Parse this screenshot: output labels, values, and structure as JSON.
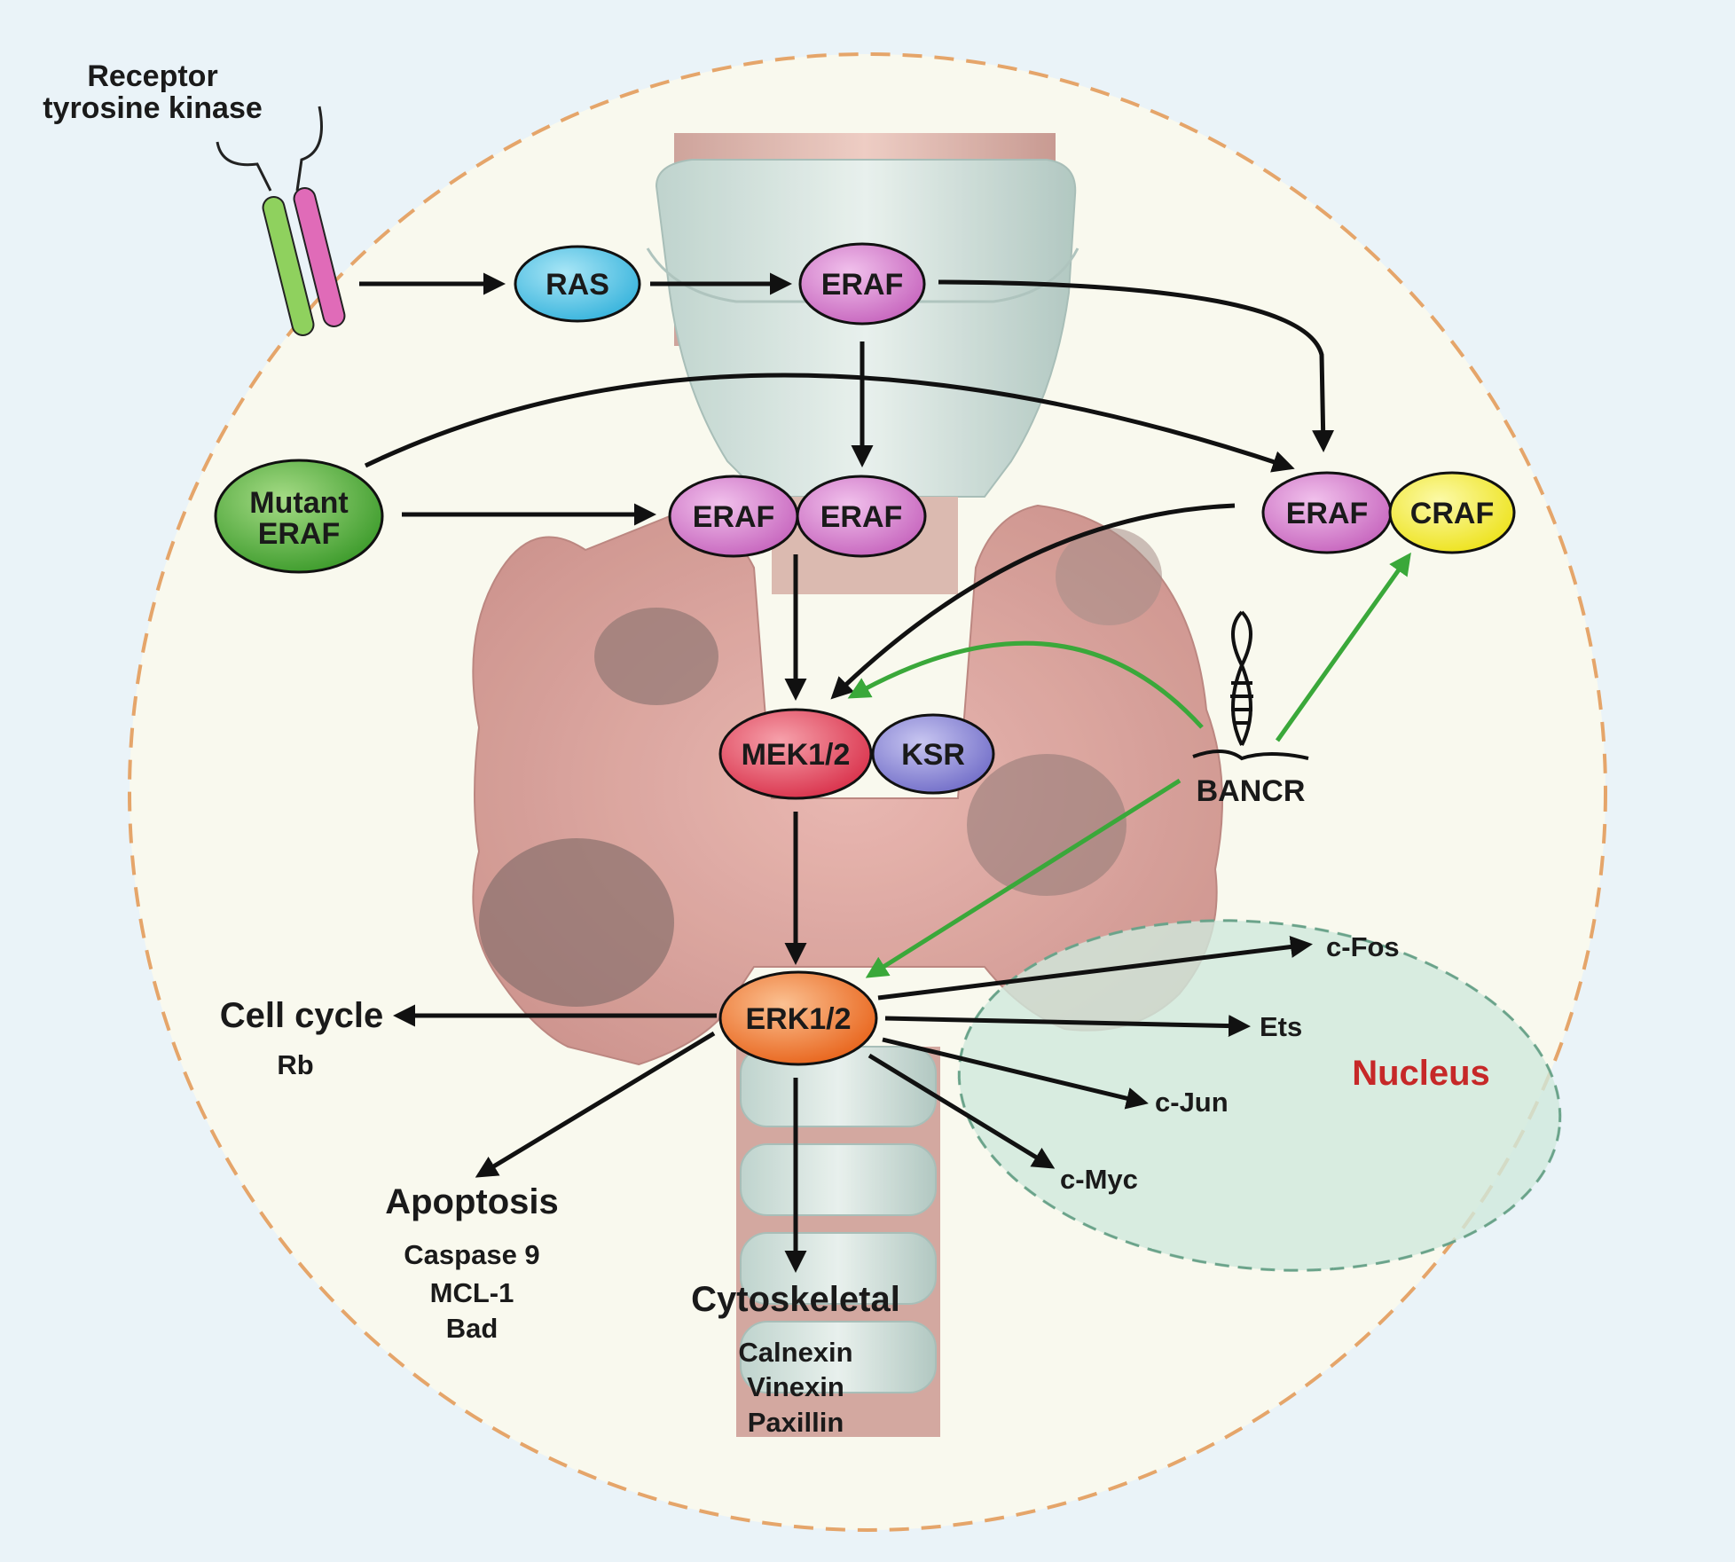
{
  "colors": {
    "background": "#eaf3f8",
    "cell_fill": "#f9f9ee",
    "cell_border": "#e5a56a",
    "nucleus_fill": "#cfe9dc",
    "nucleus_border": "#6aa38a",
    "nucleus_label": "#c62828",
    "arrow_black": "#111111",
    "arrow_green": "#3aa83a",
    "ras": "#4fc3e6",
    "eraf": "#d67fcf",
    "mutant_eraf": "#4fae3a",
    "craf": "#f4ee2a",
    "mek": "#e5475b",
    "ksr": "#8a86d6",
    "erk": "#f07b2a",
    "receptor_green": "#8fd15e",
    "receptor_pink": "#e06bb8"
  },
  "receptor": {
    "label_line1": "Receptor",
    "label_line2": "tyrosine kinase"
  },
  "nodes": {
    "ras": "RAS",
    "eraf_top": "ERAF",
    "mutant_eraf_line1": "Mutant",
    "mutant_eraf_line2": "ERAF",
    "eraf_dimer_left": "ERAF",
    "eraf_dimer_right": "ERAF",
    "eraf_right": "ERAF",
    "craf": "CRAF",
    "mek": "MEK1/2",
    "ksr": "KSR",
    "erk": "ERK1/2",
    "bancr": "BANCR"
  },
  "nucleus": {
    "label": "Nucleus"
  },
  "targets": {
    "cfos": "c-Fos",
    "ets": "Ets",
    "cjun": "c-Jun",
    "cmyc": "c-Myc"
  },
  "outcomes": {
    "cell_cycle": {
      "title": "Cell cycle",
      "items": [
        "Rb"
      ]
    },
    "apoptosis": {
      "title": "Apoptosis",
      "items": [
        "Caspase 9",
        "MCL-1",
        "Bad"
      ]
    },
    "cytoskeletal": {
      "title": "Cytoskeletal",
      "items": [
        "Calnexin",
        "Vinexin",
        "Paxillin"
      ]
    }
  }
}
